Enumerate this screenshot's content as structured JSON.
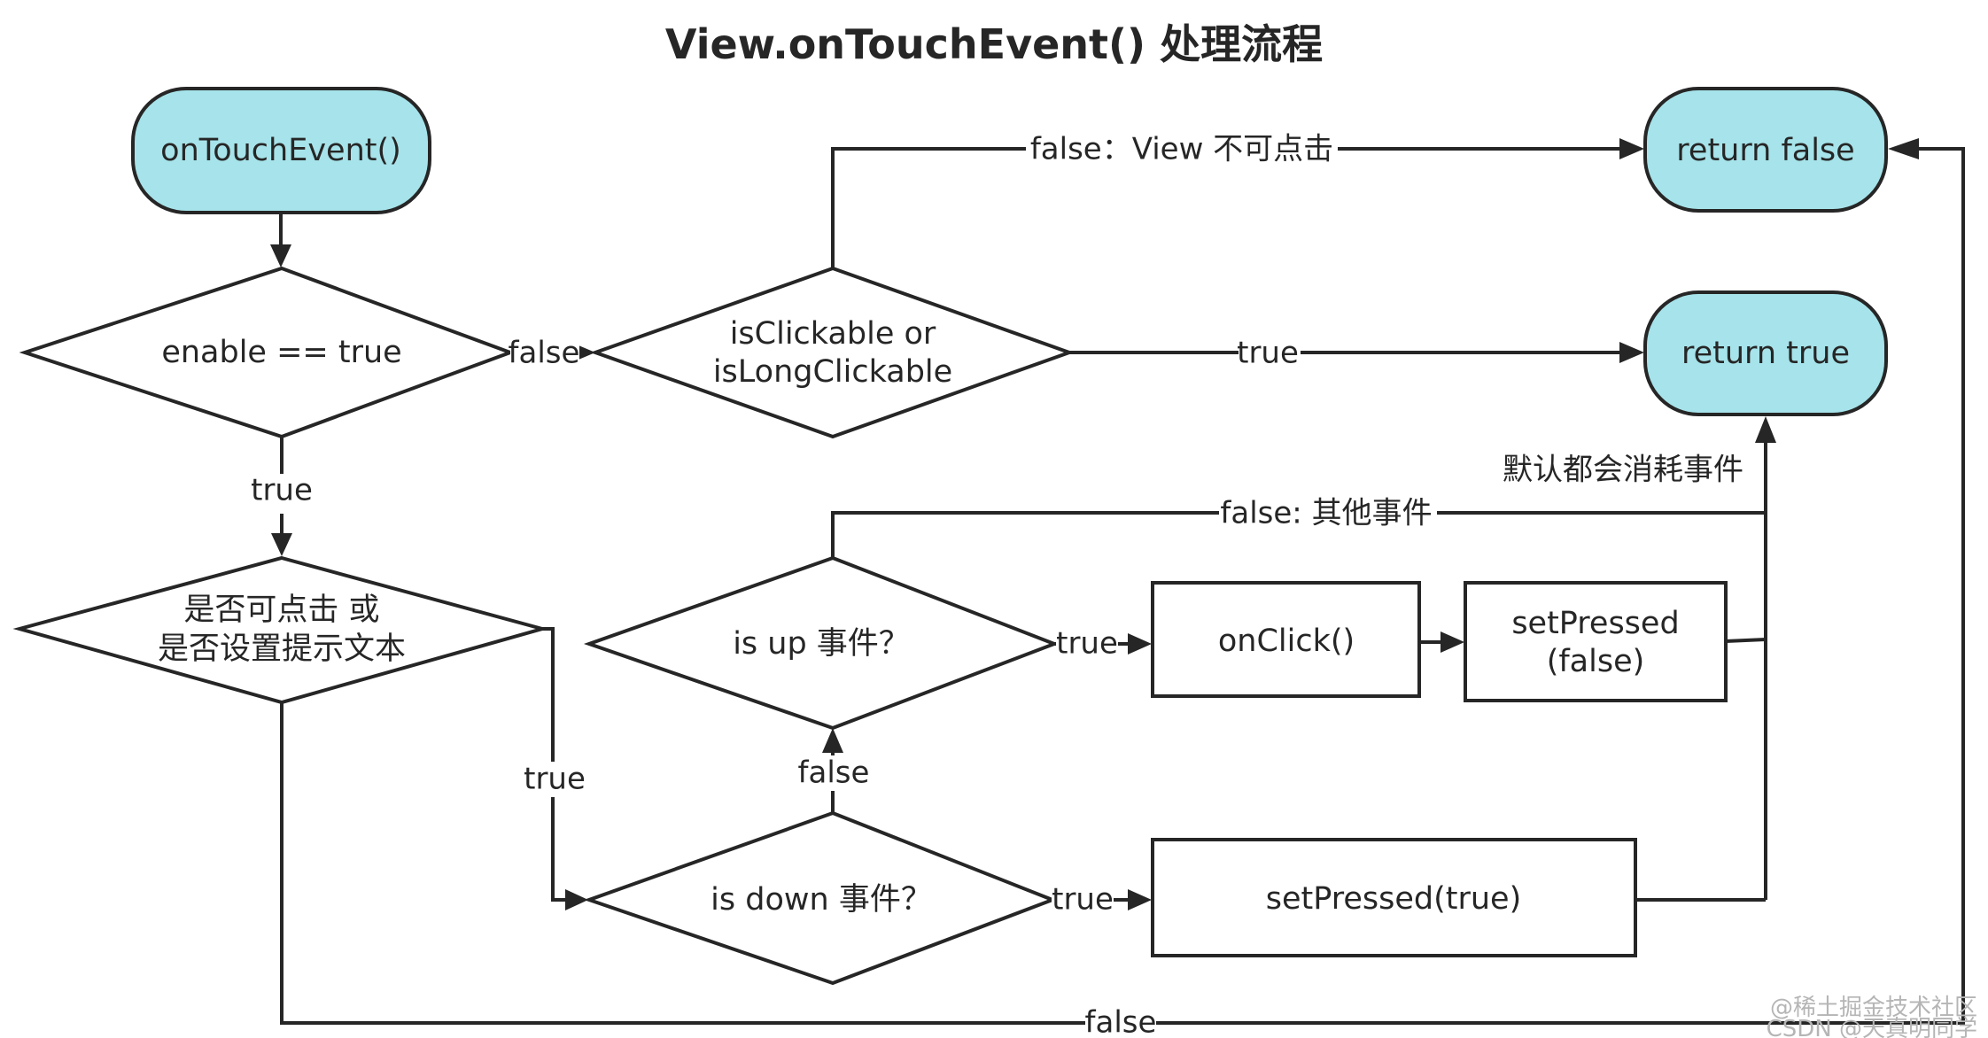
{
  "title": "View.onTouchEvent() 处理流程",
  "colors": {
    "terminal_fill": "#a6e3ea",
    "stroke": "#262626",
    "background": "#ffffff"
  },
  "nodes": {
    "start": "onTouchEvent()",
    "enable_check": "enable == true",
    "clickable_check": {
      "line1": "isClickable or",
      "line2": "isLongClickable"
    },
    "return_false": "return false",
    "return_true": "return true",
    "tooltip_check": {
      "line1": "是否可点击 或",
      "line2": "是否设置提示文本"
    },
    "is_up": "is up 事件？",
    "on_click": "onClick()",
    "set_pressed_false": {
      "line1": "setPressed",
      "line2": "(false)"
    },
    "is_down": "is down 事件？",
    "set_pressed_true": "setPressed(true)"
  },
  "edge_labels": {
    "not_clickable": "false：View 不可点击",
    "enable_false": "false",
    "clickable_true": "true",
    "default_consume": "默认都会消耗事件",
    "other_event": "false: 其他事件",
    "enable_true": "true",
    "up_true": "true",
    "down_false": "false",
    "tooltip_true": "true",
    "down_true": "true",
    "tooltip_false": "false"
  },
  "watermark": {
    "line1": "@稀土掘金技术社区",
    "line2": "CSDN @天真明同学"
  }
}
